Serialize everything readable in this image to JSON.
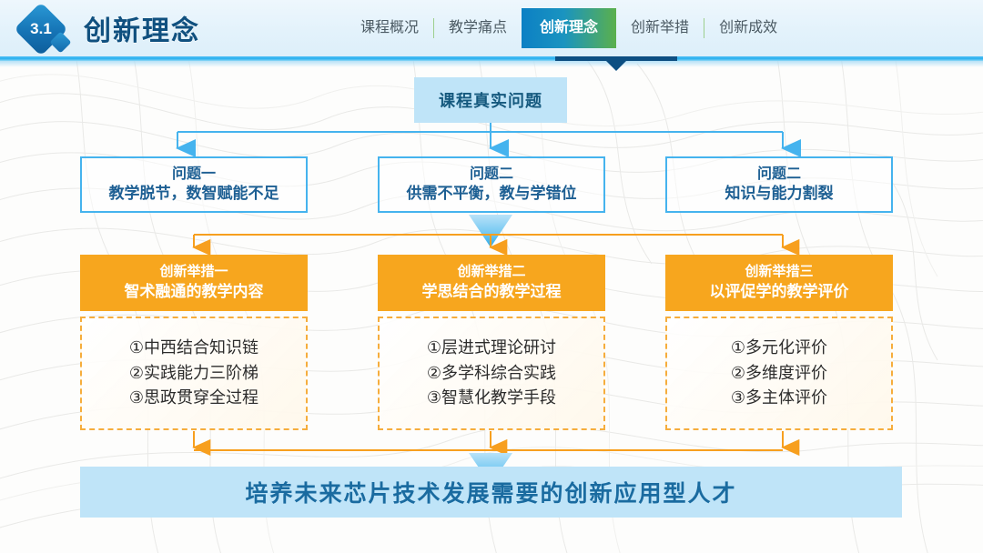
{
  "header": {
    "badge_number": "3.1",
    "title": "创新理念",
    "tabs": [
      {
        "label": "课程概况",
        "active": false
      },
      {
        "label": "教学痛点",
        "active": false
      },
      {
        "label": "创新理念",
        "active": true
      },
      {
        "label": "创新举措",
        "active": false
      },
      {
        "label": "创新成效",
        "active": false
      }
    ]
  },
  "diagram": {
    "root": {
      "label": "课程真实问题"
    },
    "problems": [
      {
        "line1": "问题一",
        "line2": "教学脱节，数智赋能不足"
      },
      {
        "line1": "问题二",
        "line2": "供需不平衡，教与学错位"
      },
      {
        "line1": "问题二",
        "line2": "知识与能力割裂"
      }
    ],
    "measures": [
      {
        "line1": "创新举措一",
        "line2": "智术融通的教学内容",
        "items": [
          "①中西结合知识链",
          "②实践能力三阶梯",
          "③思政贯穿全过程"
        ]
      },
      {
        "line1": "创新举措二",
        "line2": "学思结合的教学过程",
        "items": [
          "①层进式理论研讨",
          "②多学科综合实践",
          "③智慧化教学手段"
        ]
      },
      {
        "line1": "创新举措三",
        "line2": "以评促学的教学评价",
        "items": [
          "①多元化评价",
          "②多维度评价",
          "③多主体评价"
        ]
      }
    ],
    "goal": {
      "label": "培养未来芯片技术发展需要的创新应用型人才"
    }
  },
  "colors": {
    "accent_blue": "#45b3ee",
    "deep_blue": "#0d4f82",
    "accent_orange": "#f7a61e",
    "light_blue_fill": "#bfe4f8",
    "tab_active_gradient_start": "#0c80c4",
    "tab_active_gradient_end": "#5bb04c"
  }
}
